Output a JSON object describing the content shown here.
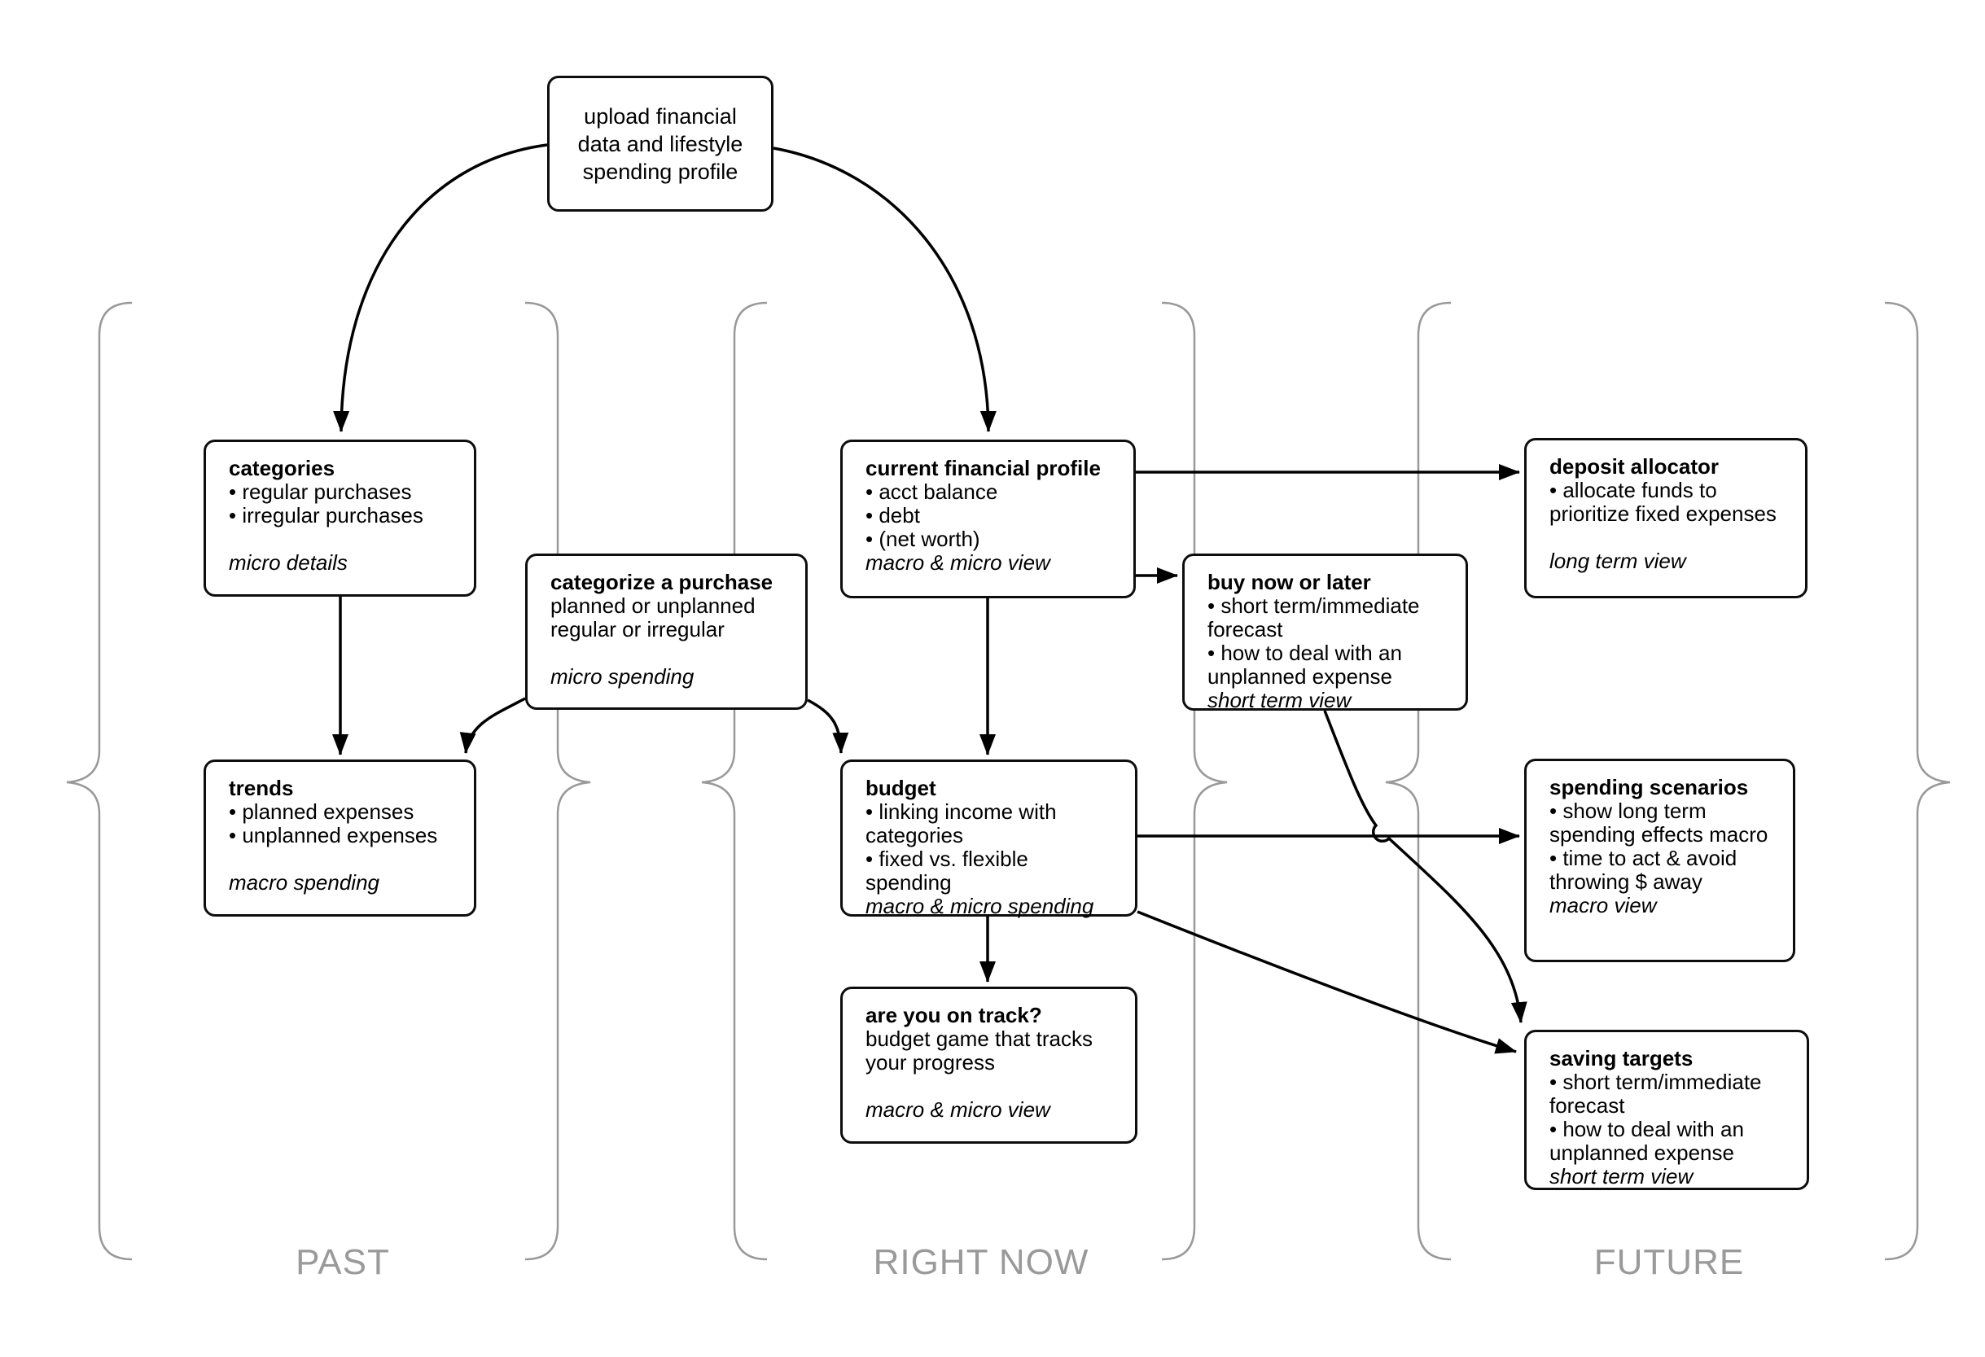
{
  "sections": {
    "past": "PAST",
    "right_now": "RIGHT NOW",
    "future": "FUTURE"
  },
  "colors": {
    "box_border": "#0d0d0d",
    "box_bg": "#ffffff",
    "arrow": "#000000",
    "brace": "#999999",
    "section_label": "#9a9a9a"
  },
  "boxes": {
    "upload": {
      "lines": [
        "upload financial",
        "data and lifestyle",
        "spending profile"
      ]
    },
    "categories": {
      "title": "categories",
      "lines": [
        "• regular purchases",
        "• irregular purchases",
        "",
        "micro details"
      ]
    },
    "current_profile": {
      "title": "current financial profile",
      "lines": [
        "• acct balance",
        "• debt",
        "• (net worth)",
        "macro & micro view"
      ]
    },
    "deposit_allocator": {
      "title": "deposit allocator",
      "lines": [
        "• allocate funds to",
        "prioritize fixed expenses",
        "",
        "long term view"
      ]
    },
    "categorize_purchase": {
      "title": "categorize a purchase",
      "lines": [
        "planned or unplanned",
        "regular or irregular",
        "",
        "micro spending"
      ]
    },
    "buy_now": {
      "title": "buy now or later",
      "lines": [
        "• short term/immediate",
        "forecast",
        "• how to deal with an",
        "unplanned expense",
        "short term view"
      ]
    },
    "trends": {
      "title": "trends",
      "lines": [
        "• planned expenses",
        "• unplanned expenses",
        "",
        "macro spending"
      ]
    },
    "budget": {
      "title": "budget",
      "lines": [
        "• linking income with",
        "categories",
        "• fixed vs. flexible spending",
        "macro & micro spending"
      ]
    },
    "spending_scenarios": {
      "title": "spending scenarios",
      "lines": [
        "• show long term",
        "spending effects macro",
        "• time to act & avoid",
        "throwing $ away",
        "macro view"
      ]
    },
    "on_track": {
      "title": "are you on track?",
      "lines": [
        "budget game that tracks",
        "your progress",
        "",
        "macro & micro view"
      ]
    },
    "saving_targets": {
      "title": "saving targets",
      "lines": [
        "• short term/immediate",
        "forecast",
        "• how to deal with an",
        "unplanned expense",
        "short term view"
      ]
    }
  }
}
